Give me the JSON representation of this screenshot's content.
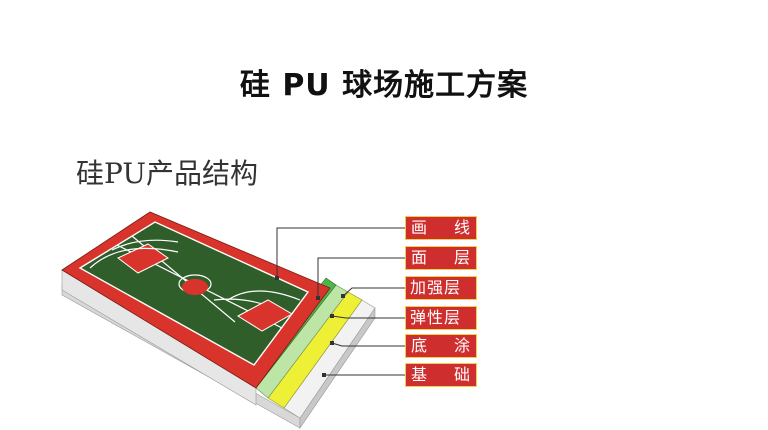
{
  "title": "硅 PU 球场施工方案",
  "subtitle": "硅PU产品结构",
  "layers": [
    {
      "label": "画 线",
      "color": "#ffffff"
    },
    {
      "label": "面 层",
      "color": "#d9342b"
    },
    {
      "label": "加强层",
      "color": "#4fb548"
    },
    {
      "label": "弹性层",
      "color": "#bde5a6"
    },
    {
      "label": "底 涂",
      "color": "#eef036"
    },
    {
      "label": "基 础",
      "color": "#f2f2f2"
    }
  ],
  "colors": {
    "court": "#2f5e2a",
    "court_border": "#d9342b",
    "label_bg": "#cf2e2e",
    "label_border": "#f2cf4a"
  }
}
